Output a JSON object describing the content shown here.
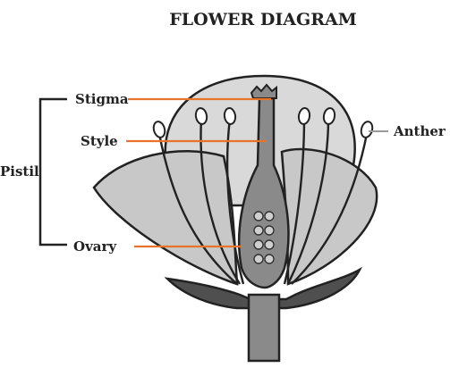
{
  "title": "FLOWER DIAGRAM",
  "labels": {
    "stigma": "Stigma",
    "style": "Style",
    "ovary": "Ovary",
    "pistil": "Pistil",
    "anther": "Anther"
  },
  "colors": {
    "leader_line": "#e8732a",
    "outline": "#222222",
    "petal_back": "#d9d9d9",
    "petal_side": "#c8c8c8",
    "sepal": "#4f4f4f",
    "pistil": "#8a8a8a",
    "stem": "#8a8a8a"
  }
}
